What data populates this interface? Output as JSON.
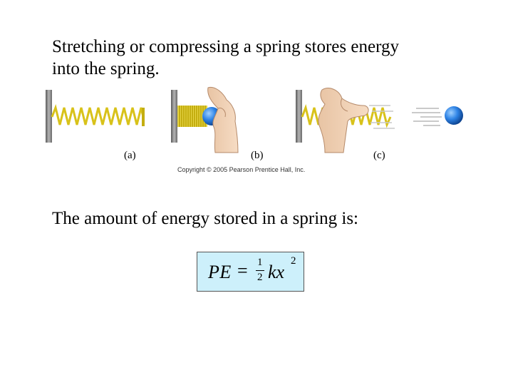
{
  "slide": {
    "intro_line1": "Stretching or compressing a spring stores energy",
    "intro_line2": "into the spring.",
    "amount_text": "The amount of energy stored in a spring is:"
  },
  "figure": {
    "label_a": "(a)",
    "label_b": "(b)",
    "label_c": "(c)",
    "copyright": "Copyright © 2005 Pearson Prentice Hall, Inc."
  },
  "formula": {
    "lhs": "PE",
    "equals": "=",
    "numerator": "1",
    "denominator": "2",
    "rhs": "kx",
    "exponent": "2"
  },
  "colors": {
    "spring": "#d8c21a",
    "ball": "#1f6fd0",
    "wall": "#8a8a8a",
    "formula_bg": "#cdf0fb"
  }
}
